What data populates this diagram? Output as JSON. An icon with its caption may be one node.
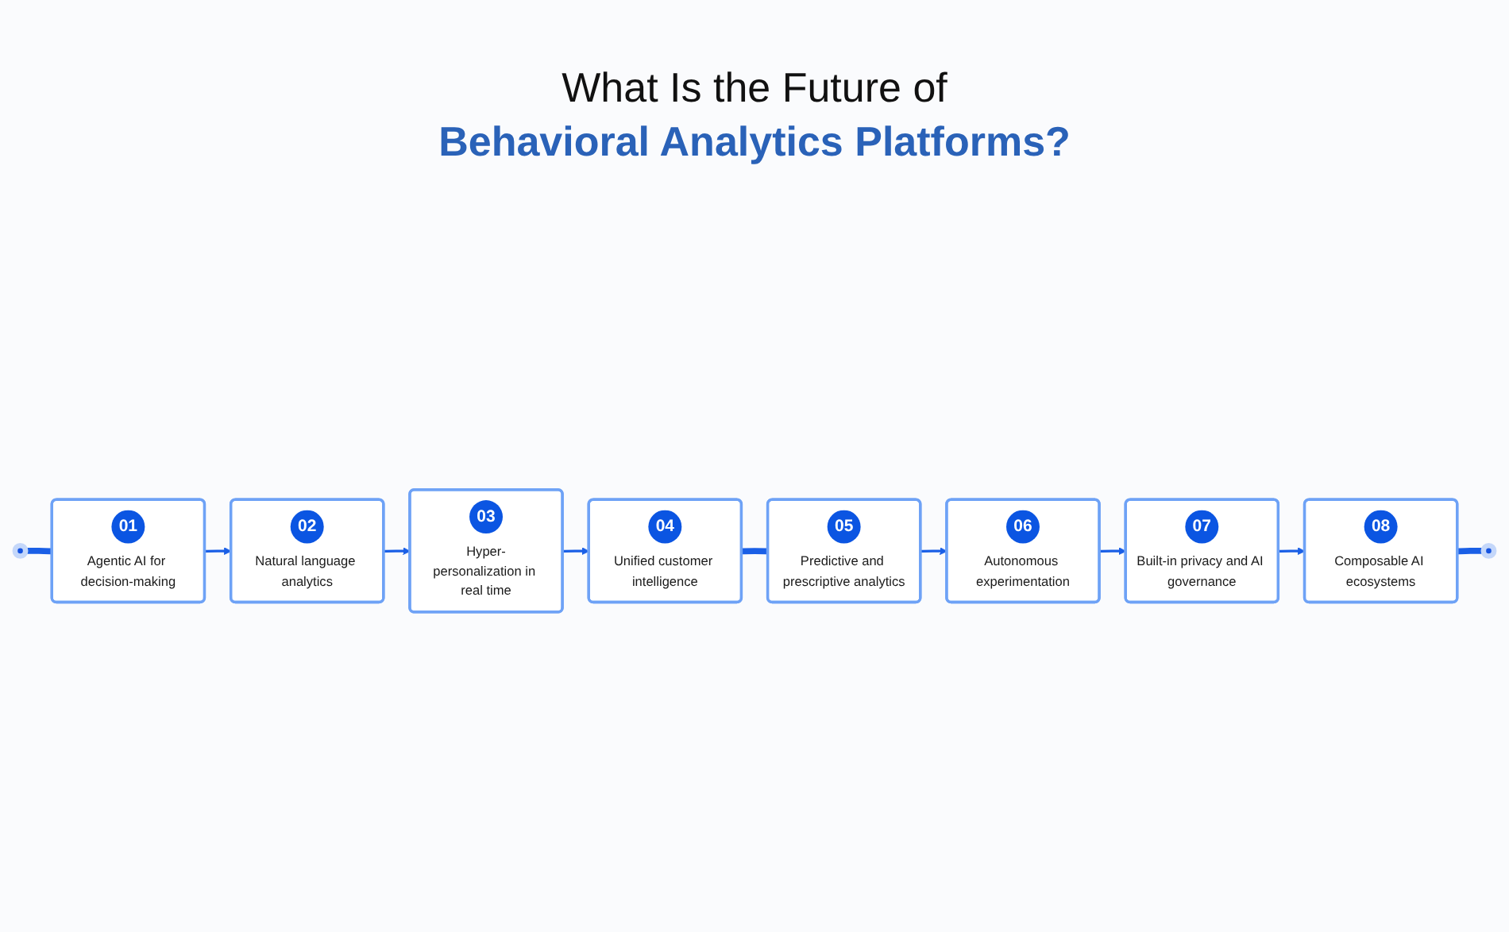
{
  "diagram": {
    "title": "What Is the Future of **Behavioral Analytics Platforms?**",
    "nodes": [
      {
        "text": [],
        "shape": "circle"
      },
      {
        "text": [
          "01",
          "Agentic AI for decision-making"
        ]
      },
      {
        "text": [
          "02",
          "Natural language analytics"
        ]
      },
      {
        "text": [
          "03",
          "Hyper-personalization in real time"
        ]
      },
      {
        "text": [
          "04",
          "Unified customer intelligence"
        ]
      },
      {
        "text": [
          "05",
          "Predictive and prescriptive analytics"
        ]
      },
      {
        "text": [
          "06",
          "Autonomous experimentation"
        ]
      },
      {
        "text": [
          "07",
          "Built-in privacy and AI governance"
        ]
      },
      {
        "text": [
          "08",
          "Composable AI ecosystems"
        ]
      },
      {
        "text": [],
        "shape": "circle"
      }
    ],
    "edges": [
      {
        "from": 0,
        "to": 1,
        "arrow": "none",
        "style": "thick"
      },
      {
        "from": 1,
        "to": 2,
        "arrow": "to"
      },
      {
        "from": 2,
        "to": 3,
        "arrow": "to"
      },
      {
        "from": 3,
        "to": 4,
        "arrow": "to"
      },
      {
        "from": 4,
        "to": 5,
        "arrow": "none",
        "style": "thick"
      },
      {
        "from": 5,
        "to": 6,
        "arrow": "to"
      },
      {
        "from": 6,
        "to": 7,
        "arrow": "to"
      },
      {
        "from": 7,
        "to": 8,
        "arrow": "to"
      },
      {
        "from": 8,
        "to": 9,
        "arrow": "none",
        "style": "thick"
      }
    ]
  }
}
